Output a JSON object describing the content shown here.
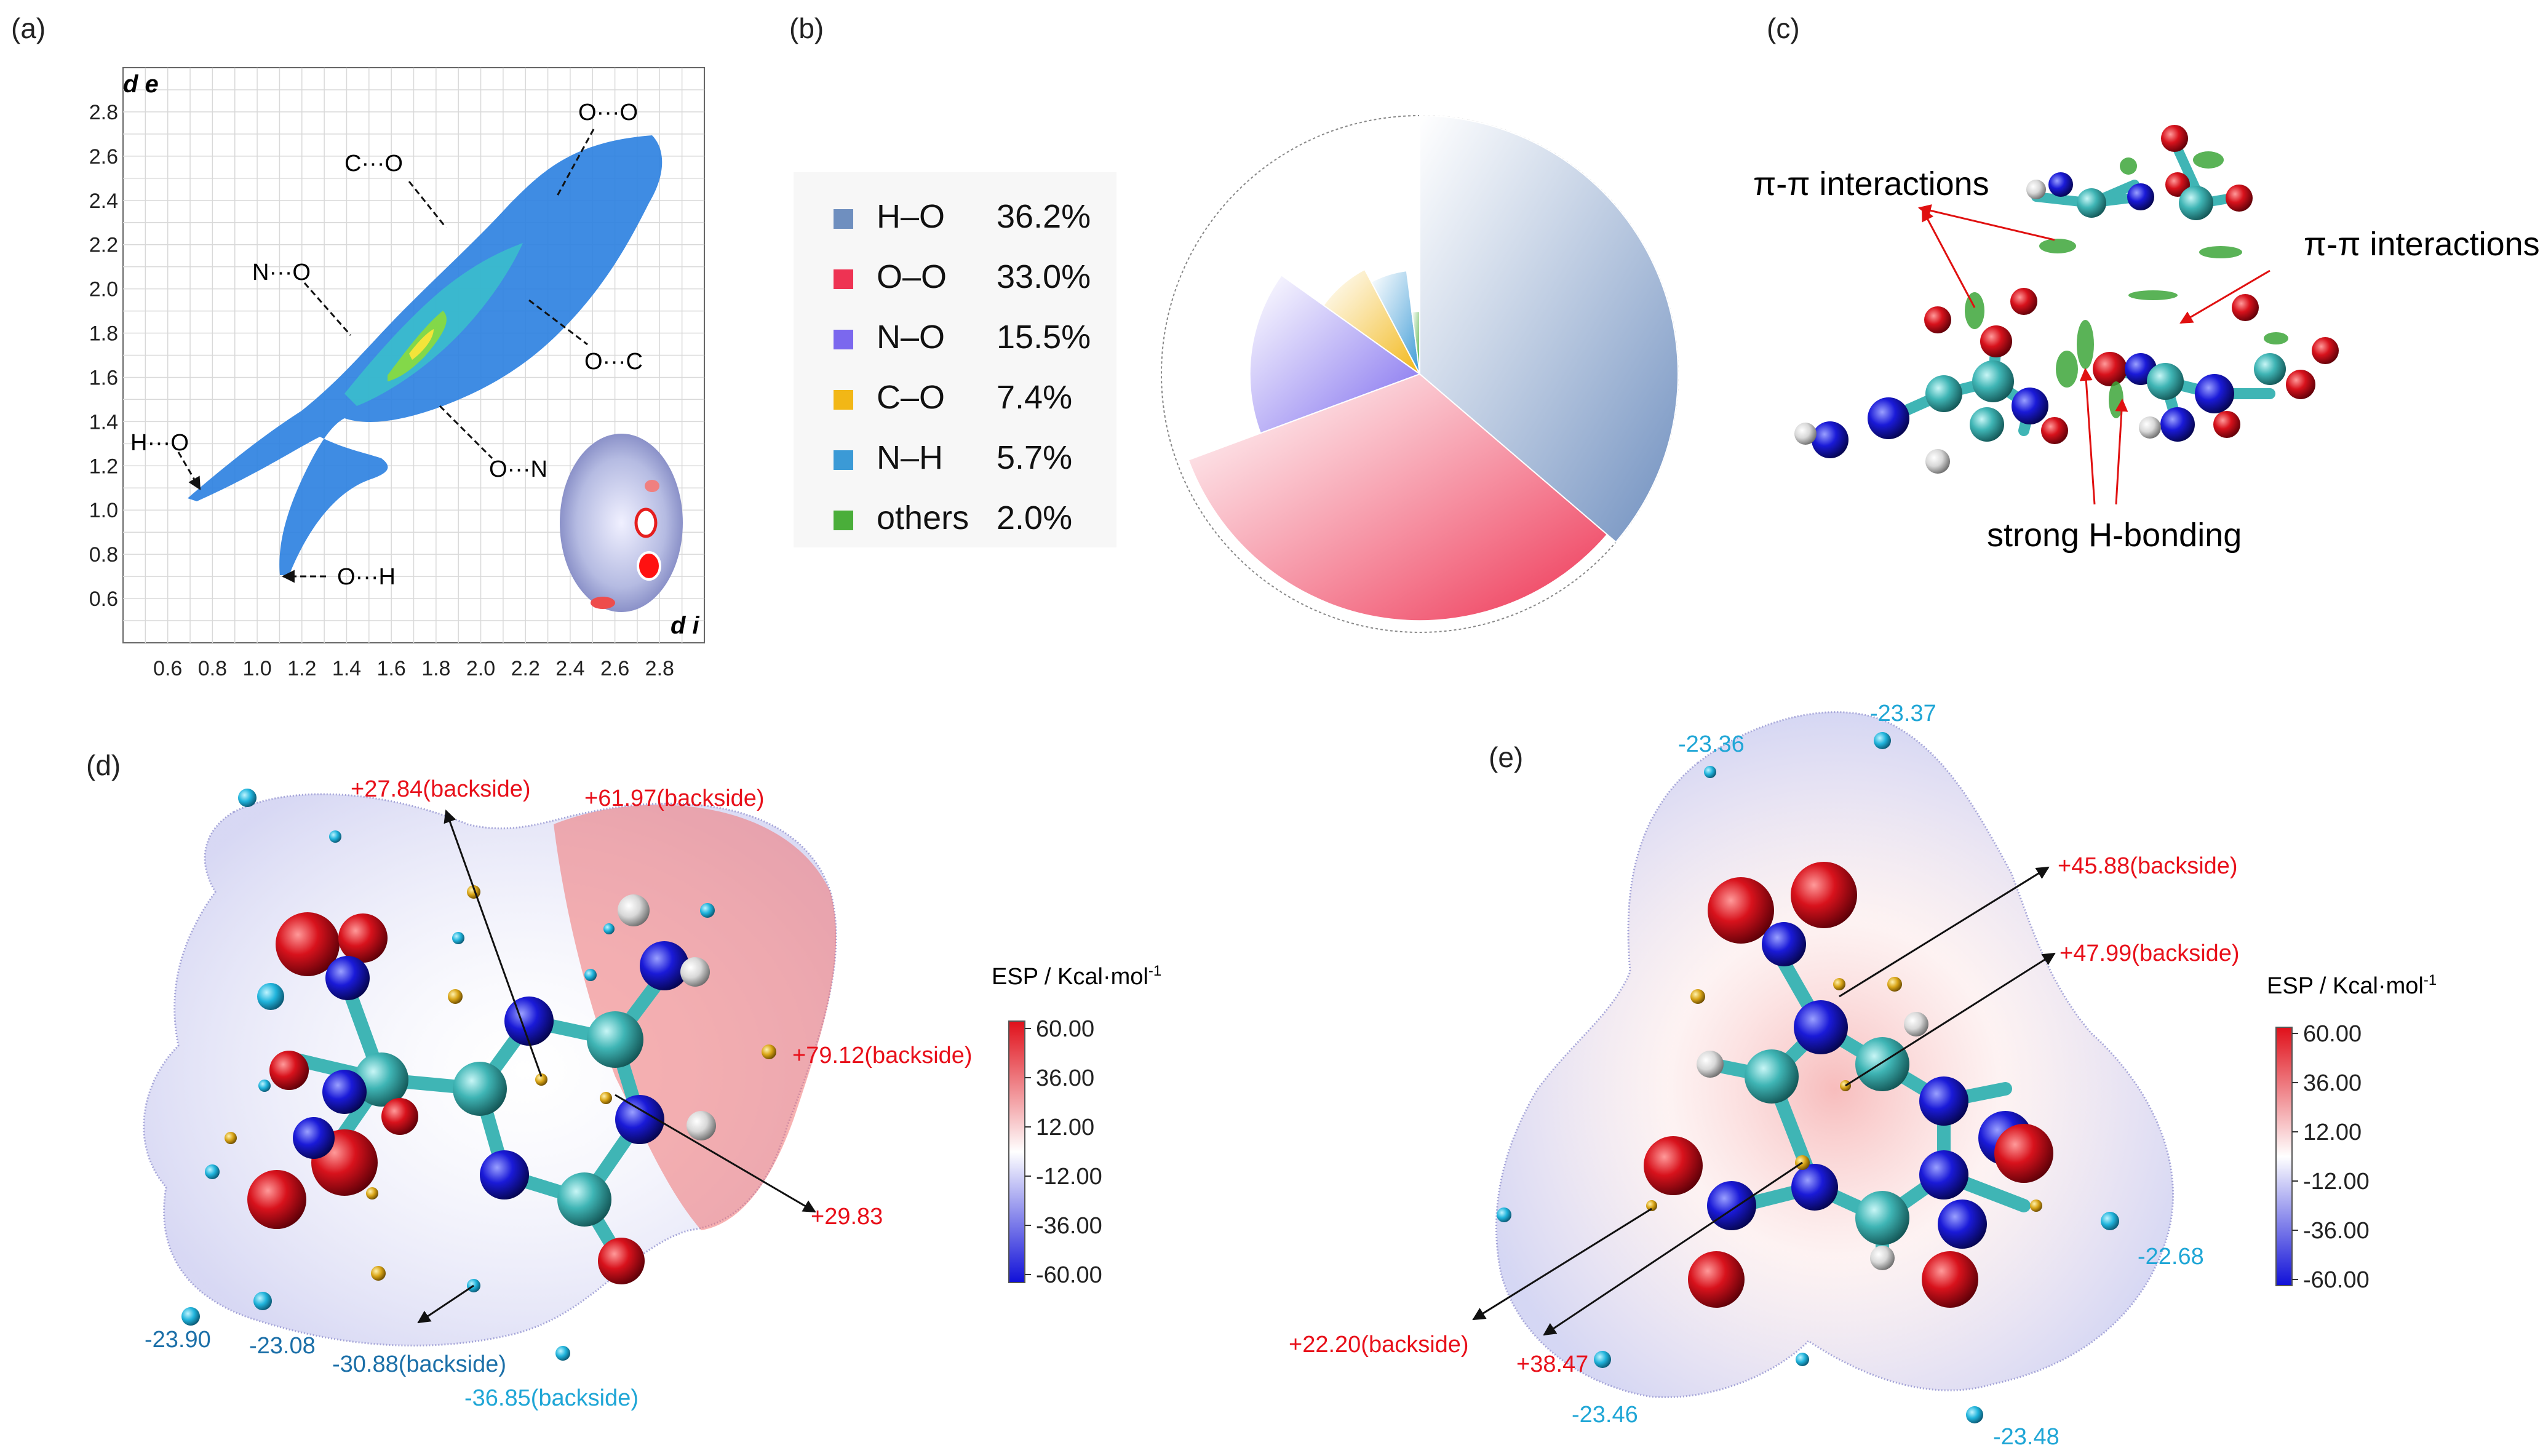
{
  "panels": {
    "a": "(a)",
    "b": "(b)",
    "c": "(c)",
    "d": "(d)",
    "e": "(e)"
  },
  "panel_a": {
    "y_axis_label": "d e",
    "x_axis_label": "d i",
    "annotations": [
      "O···O",
      "C···O",
      "N···O",
      "O···C",
      "H···O",
      "O···N",
      "O···H"
    ]
  },
  "chart_data": {
    "type": "pie",
    "categories": [
      "H–O",
      "O–O",
      "N–O",
      "C–O",
      "N–H",
      "others"
    ],
    "values": [
      36.2,
      33.0,
      15.5,
      7.4,
      5.7,
      2.0
    ],
    "value_labels": [
      "36.2%",
      "33.0%",
      "15.5%",
      "7.4%",
      "5.7%",
      "2.0%"
    ],
    "colors": [
      "#6f8fbf",
      "#ee3353",
      "#7b68ee",
      "#f2b716",
      "#3b9ad6",
      "#4aae3a"
    ],
    "legend_placement": "left",
    "title": "",
    "xlabel": "",
    "ylabel": ""
  },
  "panel_a_chart": {
    "type": "scatter",
    "x_ticks": [
      "0.6",
      "0.8",
      "1.0",
      "1.2",
      "1.4",
      "1.6",
      "1.8",
      "2.0",
      "2.2",
      "2.4",
      "2.6",
      "2.8"
    ],
    "y_ticks": [
      "2.8",
      "2.6",
      "2.4",
      "2.2",
      "2.0",
      "1.8",
      "1.6",
      "1.4",
      "1.2",
      "1.0",
      "0.8",
      "0.6"
    ],
    "xlim": [
      0.4,
      3.0
    ],
    "ylim": [
      0.4,
      3.0
    ],
    "grid": true
  },
  "panel_c": {
    "labels": [
      "π-π interactions",
      "π-π interactions",
      "strong H-bonding"
    ]
  },
  "panel_d": {
    "values": [
      "+27.84(backside)",
      "+61.97(backside)",
      "+79.12(backside)",
      "+29.83",
      "-23.90",
      "-23.08",
      "-30.88(backside)",
      "-36.85(backside)"
    ],
    "colorbar": {
      "title": "ESP / Kcal·mol",
      "superscript": "-1",
      "ticks": [
        "60.00",
        "36.00",
        "12.00",
        "-12.00",
        "-36.00",
        "-60.00"
      ]
    }
  },
  "panel_e": {
    "values": [
      "-23.36",
      "-23.37",
      "+45.88(backside)",
      "+47.99(backside)",
      "-22.68",
      "+22.20(backside)",
      "+38.47",
      "-23.46",
      "-23.48"
    ],
    "colorbar": {
      "title": "ESP / Kcal·mol",
      "superscript": "-1",
      "ticks": [
        "60.00",
        "36.00",
        "12.00",
        "-12.00",
        "-36.00",
        "-60.00"
      ]
    }
  },
  "colors": {
    "positive": "#e8101a",
    "negative": "#1fa6d6",
    "negative_dark": "#1b6fa8",
    "arrow": "#e01010"
  }
}
